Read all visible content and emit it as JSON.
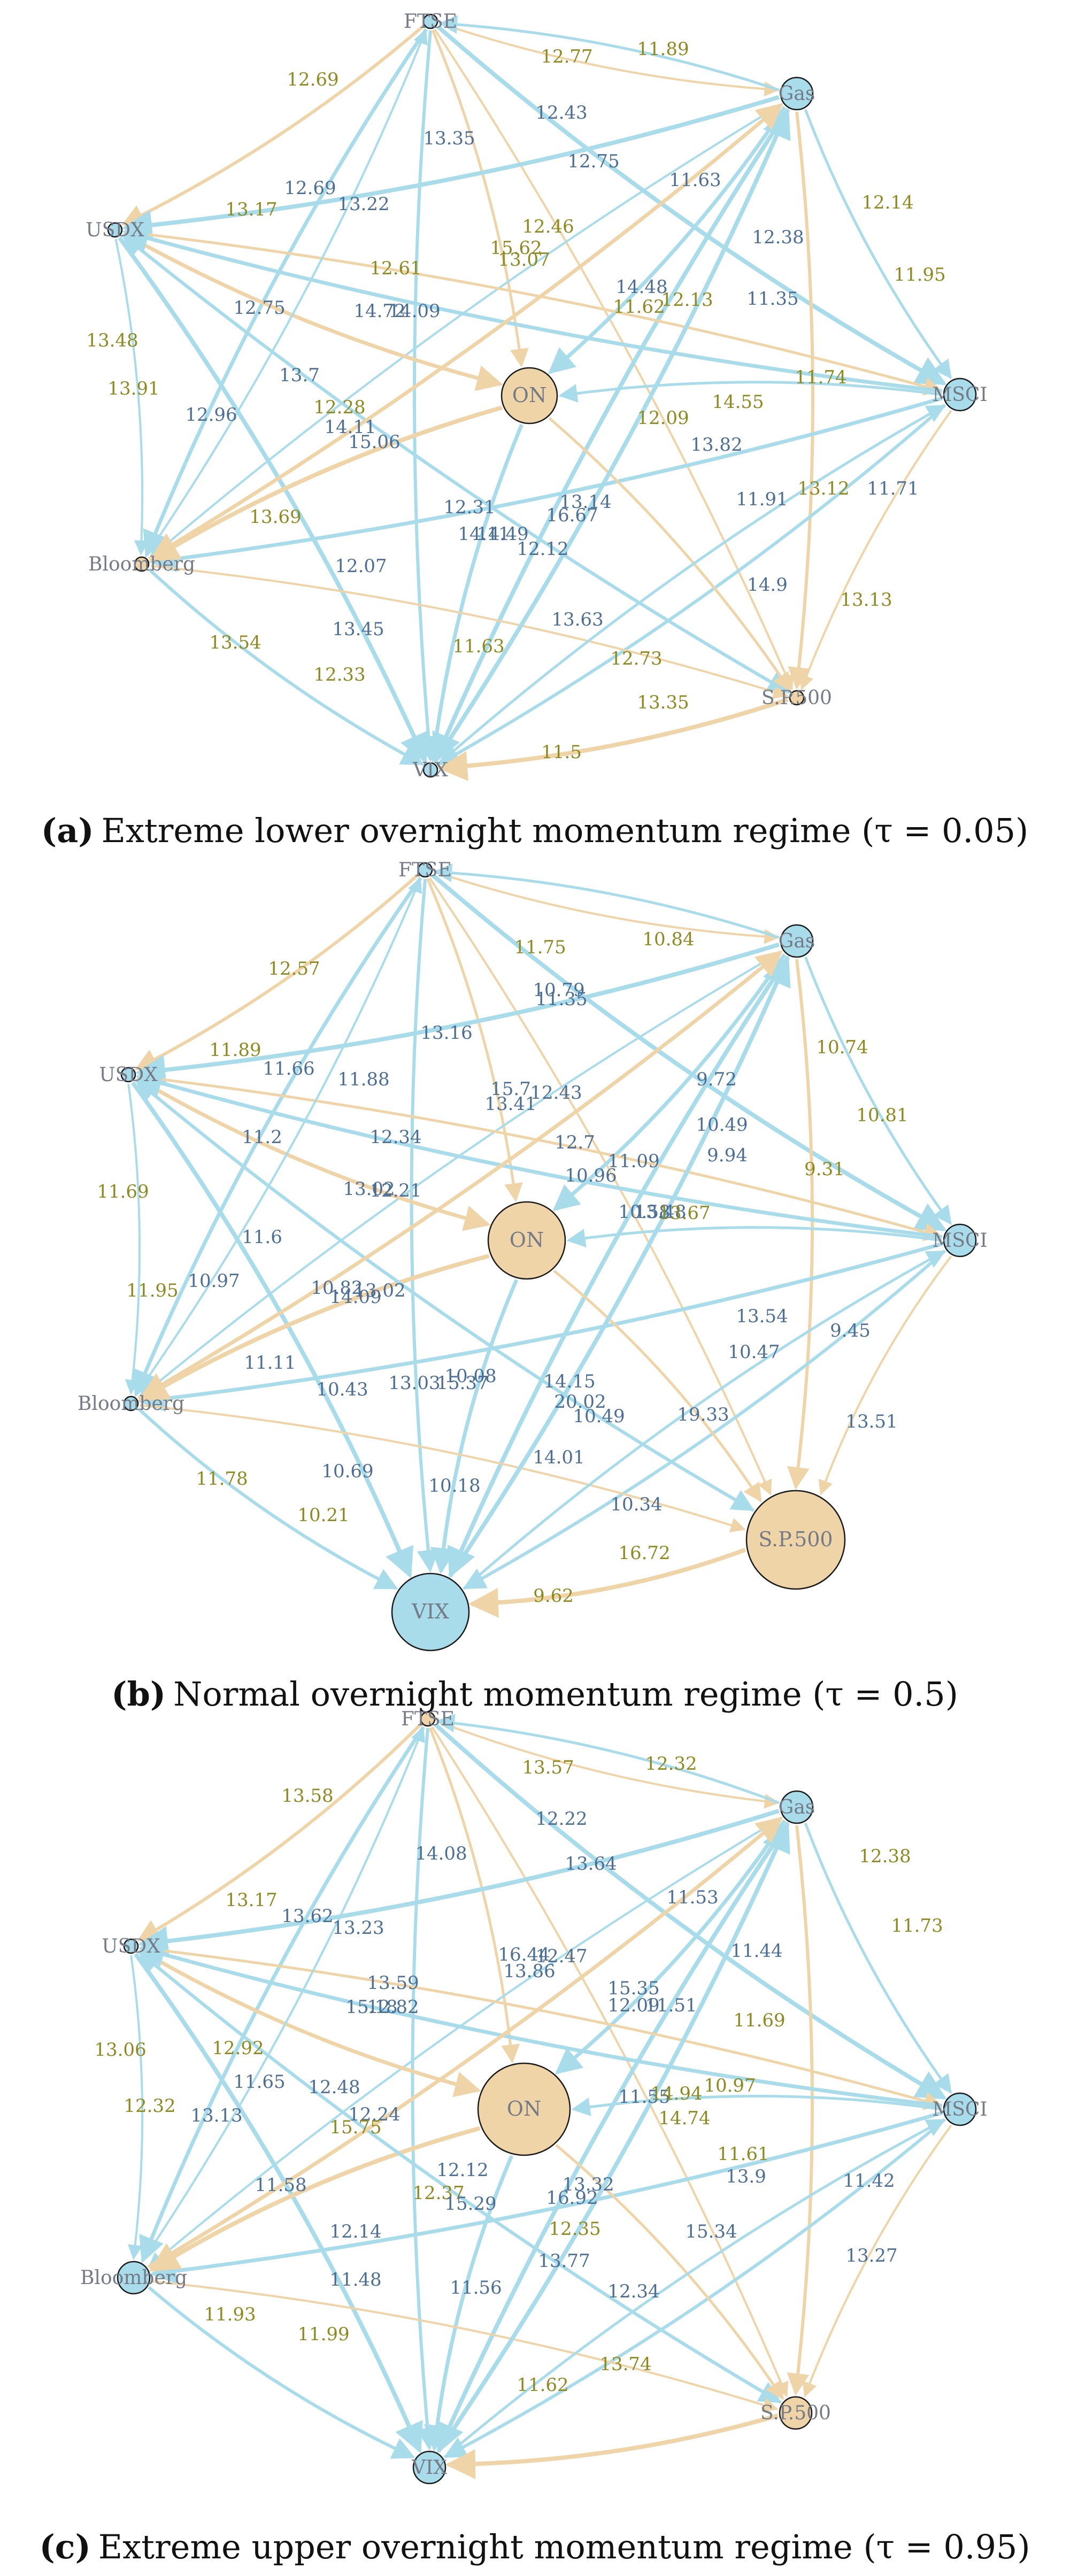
{
  "colors": {
    "blue_edge": "#a8dcea",
    "tan_edge": "#efd4a8",
    "blue_node": "#a8dcea",
    "tan_node": "#efd4a8",
    "blue_label": "#4d6f95",
    "olive_label": "#8d8a1f",
    "node_label": "#757a86"
  },
  "panels": [
    {
      "id": "a",
      "caption_letter": "(a)",
      "caption_text": "Extreme lower overnight momentum regime (τ = 0.05)",
      "nodes": [
        {
          "key": "FTSE",
          "label": "FTSE",
          "color": "blue",
          "size": "dot"
        },
        {
          "key": "Gas",
          "label": "Gas",
          "color": "blue",
          "size": "small"
        },
        {
          "key": "USDX",
          "label": "USDX",
          "color": "blue",
          "size": "dot"
        },
        {
          "key": "MSCI",
          "label": "MSCI",
          "color": "blue",
          "size": "small"
        },
        {
          "key": "ON",
          "label": "ON",
          "color": "tan",
          "size": "medium"
        },
        {
          "key": "Bloomberg",
          "label": "Bloomberg",
          "color": "tan",
          "size": "dot"
        },
        {
          "key": "SP500",
          "label": "S.P.500",
          "color": "tan",
          "size": "dot"
        },
        {
          "key": "VIX",
          "label": "VIX",
          "color": "blue",
          "size": "dot"
        }
      ],
      "labels": [
        {
          "t": "12.69",
          "c": "olive"
        },
        {
          "t": "12.77",
          "c": "olive"
        },
        {
          "t": "11.89",
          "c": "olive"
        },
        {
          "t": "12.43",
          "c": "blue"
        },
        {
          "t": "13.17",
          "c": "olive"
        },
        {
          "t": "13.35",
          "c": "blue"
        },
        {
          "t": "12.69",
          "c": "blue"
        },
        {
          "t": "13.22",
          "c": "blue"
        },
        {
          "t": "12.75",
          "c": "blue"
        },
        {
          "t": "11.63",
          "c": "blue"
        },
        {
          "t": "12.46",
          "c": "olive"
        },
        {
          "t": "15.62",
          "c": "olive"
        },
        {
          "t": "13.07",
          "c": "olive"
        },
        {
          "t": "12.61",
          "c": "olive"
        },
        {
          "t": "12.38",
          "c": "blue"
        },
        {
          "t": "12.14",
          "c": "olive"
        },
        {
          "t": "11.95",
          "c": "olive"
        },
        {
          "t": "12.75",
          "c": "blue"
        },
        {
          "t": "14.48",
          "c": "blue"
        },
        {
          "t": "12.13",
          "c": "olive"
        },
        {
          "t": "11.35",
          "c": "blue"
        },
        {
          "t": "14.72",
          "c": "blue"
        },
        {
          "t": "13.48",
          "c": "olive"
        },
        {
          "t": "11.62",
          "c": "olive"
        },
        {
          "t": "13.7",
          "c": "blue"
        },
        {
          "t": "12.28",
          "c": "olive"
        },
        {
          "t": "11.74",
          "c": "olive"
        },
        {
          "t": "13.91",
          "c": "olive"
        },
        {
          "t": "12.96",
          "c": "blue"
        },
        {
          "t": "14.11",
          "c": "blue"
        },
        {
          "t": "14.55",
          "c": "olive"
        },
        {
          "t": "15.06",
          "c": "blue"
        },
        {
          "t": "12.09",
          "c": "olive"
        },
        {
          "t": "13.82",
          "c": "blue"
        },
        {
          "t": "13.69",
          "c": "olive"
        },
        {
          "t": "12.31",
          "c": "blue"
        },
        {
          "t": "14.11",
          "c": "blue"
        },
        {
          "t": "14.49",
          "c": "blue"
        },
        {
          "t": "13.14",
          "c": "blue"
        },
        {
          "t": "16.67",
          "c": "blue"
        },
        {
          "t": "11.91",
          "c": "blue"
        },
        {
          "t": "13.12",
          "c": "olive"
        },
        {
          "t": "11.71",
          "c": "blue"
        },
        {
          "t": "12.07",
          "c": "blue"
        },
        {
          "t": "12.12",
          "c": "blue"
        },
        {
          "t": "13.45",
          "c": "blue"
        },
        {
          "t": "13.63",
          "c": "blue"
        },
        {
          "t": "14.9",
          "c": "blue"
        },
        {
          "t": "13.54",
          "c": "olive"
        },
        {
          "t": "12.33",
          "c": "olive"
        },
        {
          "t": "11.63",
          "c": "olive"
        },
        {
          "t": "12.73",
          "c": "olive"
        },
        {
          "t": "13.13",
          "c": "olive"
        },
        {
          "t": "13.35",
          "c": "olive"
        },
        {
          "t": "11.5",
          "c": "olive"
        },
        {
          "t": "14.09",
          "c": "blue"
        }
      ]
    },
    {
      "id": "b",
      "caption_letter": "(b)",
      "caption_text": "Normal overnight momentum regime (τ = 0.5)",
      "nodes": [
        {
          "key": "FTSE",
          "label": "FTSE",
          "color": "blue",
          "size": "dot"
        },
        {
          "key": "Gas",
          "label": "Gas",
          "color": "blue",
          "size": "small"
        },
        {
          "key": "USDX",
          "label": "USDX",
          "color": "blue",
          "size": "dot"
        },
        {
          "key": "MSCI",
          "label": "MSCI",
          "color": "blue",
          "size": "small"
        },
        {
          "key": "ON",
          "label": "ON",
          "color": "tan",
          "size": "medium"
        },
        {
          "key": "Bloomberg",
          "label": "Bloomberg",
          "color": "blue",
          "size": "dot"
        },
        {
          "key": "SP500",
          "label": "S.P.500",
          "color": "tan",
          "size": "large"
        },
        {
          "key": "VIX",
          "label": "VIX",
          "color": "blue",
          "size": "medium"
        }
      ],
      "labels": [
        {
          "t": "11.75",
          "c": "olive"
        },
        {
          "t": "10.84",
          "c": "olive"
        },
        {
          "t": "12.57",
          "c": "olive"
        },
        {
          "t": "10.79",
          "c": "blue"
        },
        {
          "t": "13.16",
          "c": "blue"
        },
        {
          "t": "11.35",
          "c": "blue"
        },
        {
          "t": "11.89",
          "c": "olive"
        },
        {
          "t": "11.66",
          "c": "blue"
        },
        {
          "t": "11.88",
          "c": "blue"
        },
        {
          "t": "9.72",
          "c": "blue"
        },
        {
          "t": "10.74",
          "c": "olive"
        },
        {
          "t": "15.7",
          "c": "blue"
        },
        {
          "t": "12.43",
          "c": "blue"
        },
        {
          "t": "13.41",
          "c": "blue"
        },
        {
          "t": "10.81",
          "c": "olive"
        },
        {
          "t": "10.49",
          "c": "blue"
        },
        {
          "t": "12.34",
          "c": "blue"
        },
        {
          "t": "9.94",
          "c": "blue"
        },
        {
          "t": "11.69",
          "c": "olive"
        },
        {
          "t": "11.2",
          "c": "blue"
        },
        {
          "t": "12.7",
          "c": "blue"
        },
        {
          "t": "13.02",
          "c": "blue"
        },
        {
          "t": "12.21",
          "c": "blue"
        },
        {
          "t": "11.09",
          "c": "blue"
        },
        {
          "t": "10.96",
          "c": "blue"
        },
        {
          "t": "9.31",
          "c": "olive"
        },
        {
          "t": "11.6",
          "c": "blue"
        },
        {
          "t": "10.97",
          "c": "blue"
        },
        {
          "t": "10.82",
          "c": "blue"
        },
        {
          "t": "13.02",
          "c": "blue"
        },
        {
          "t": "10.58",
          "c": "blue"
        },
        {
          "t": "13.48",
          "c": "blue"
        },
        {
          "t": "13.67",
          "c": "olive"
        },
        {
          "t": "11.95",
          "c": "olive"
        },
        {
          "t": "14.09",
          "c": "blue"
        },
        {
          "t": "13.54",
          "c": "blue"
        },
        {
          "t": "9.45",
          "c": "blue"
        },
        {
          "t": "11.11",
          "c": "blue"
        },
        {
          "t": "10.08",
          "c": "blue"
        },
        {
          "t": "14.15",
          "c": "blue"
        },
        {
          "t": "10.47",
          "c": "blue"
        },
        {
          "t": "20.02",
          "c": "blue"
        },
        {
          "t": "10.43",
          "c": "blue"
        },
        {
          "t": "13.03",
          "c": "blue"
        },
        {
          "t": "15.37",
          "c": "blue"
        },
        {
          "t": "10.49",
          "c": "blue"
        },
        {
          "t": "19.33",
          "c": "blue"
        },
        {
          "t": "13.51",
          "c": "blue"
        },
        {
          "t": "14.01",
          "c": "blue"
        },
        {
          "t": "11.78",
          "c": "olive"
        },
        {
          "t": "10.69",
          "c": "blue"
        },
        {
          "t": "10.18",
          "c": "blue"
        },
        {
          "t": "10.34",
          "c": "blue"
        },
        {
          "t": "10.21",
          "c": "olive"
        },
        {
          "t": "16.72",
          "c": "olive"
        },
        {
          "t": "9.62",
          "c": "olive"
        }
      ]
    },
    {
      "id": "c",
      "caption_letter": "(c)",
      "caption_text": "Extreme upper overnight momentum regime (τ = 0.95)",
      "nodes": [
        {
          "key": "FTSE",
          "label": "FTSE",
          "color": "tan",
          "size": "dot"
        },
        {
          "key": "Gas",
          "label": "Gas",
          "color": "blue",
          "size": "small"
        },
        {
          "key": "USDX",
          "label": "USDX",
          "color": "blue",
          "size": "dot"
        },
        {
          "key": "MSCI",
          "label": "MSCI",
          "color": "blue",
          "size": "small"
        },
        {
          "key": "ON",
          "label": "ON",
          "color": "tan",
          "size": "medium"
        },
        {
          "key": "Bloomberg",
          "label": "Bloomberg",
          "color": "blue",
          "size": "small"
        },
        {
          "key": "SP500",
          "label": "S.P.500",
          "color": "tan",
          "size": "small"
        },
        {
          "key": "VIX",
          "label": "VIX",
          "color": "blue",
          "size": "small"
        }
      ],
      "labels": [
        {
          "t": "13.57",
          "c": "olive"
        },
        {
          "t": "12.32",
          "c": "olive"
        },
        {
          "t": "13.58",
          "c": "olive"
        },
        {
          "t": "12.22",
          "c": "blue"
        },
        {
          "t": "14.08",
          "c": "blue"
        },
        {
          "t": "13.64",
          "c": "blue"
        },
        {
          "t": "13.17",
          "c": "olive"
        },
        {
          "t": "13.62",
          "c": "blue"
        },
        {
          "t": "13.23",
          "c": "blue"
        },
        {
          "t": "12.38",
          "c": "olive"
        },
        {
          "t": "11.53",
          "c": "blue"
        },
        {
          "t": "11.73",
          "c": "olive"
        },
        {
          "t": "16.44",
          "c": "blue"
        },
        {
          "t": "12.47",
          "c": "blue"
        },
        {
          "t": "13.86",
          "c": "blue"
        },
        {
          "t": "11.44",
          "c": "blue"
        },
        {
          "t": "13.59",
          "c": "blue"
        },
        {
          "t": "15.35",
          "c": "blue"
        },
        {
          "t": "11.51",
          "c": "blue"
        },
        {
          "t": "15.18",
          "c": "blue"
        },
        {
          "t": "12.82",
          "c": "blue"
        },
        {
          "t": "12.09",
          "c": "blue"
        },
        {
          "t": "11.69",
          "c": "olive"
        },
        {
          "t": "13.06",
          "c": "olive"
        },
        {
          "t": "12.92",
          "c": "olive"
        },
        {
          "t": "10.97",
          "c": "olive"
        },
        {
          "t": "11.65",
          "c": "blue"
        },
        {
          "t": "12.48",
          "c": "blue"
        },
        {
          "t": "11.55",
          "c": "blue"
        },
        {
          "t": "14.94",
          "c": "olive"
        },
        {
          "t": "12.32",
          "c": "olive"
        },
        {
          "t": "13.13",
          "c": "blue"
        },
        {
          "t": "12.24",
          "c": "blue"
        },
        {
          "t": "14.74",
          "c": "olive"
        },
        {
          "t": "15.75",
          "c": "olive"
        },
        {
          "t": "11.61",
          "c": "olive"
        },
        {
          "t": "13.9",
          "c": "blue"
        },
        {
          "t": "11.58",
          "c": "blue"
        },
        {
          "t": "12.12",
          "c": "blue"
        },
        {
          "t": "12.37",
          "c": "olive"
        },
        {
          "t": "13.32",
          "c": "blue"
        },
        {
          "t": "16.92",
          "c": "blue"
        },
        {
          "t": "11.42",
          "c": "blue"
        },
        {
          "t": "15.29",
          "c": "blue"
        },
        {
          "t": "12.35",
          "c": "olive"
        },
        {
          "t": "12.14",
          "c": "blue"
        },
        {
          "t": "15.34",
          "c": "blue"
        },
        {
          "t": "13.27",
          "c": "blue"
        },
        {
          "t": "13.77",
          "c": "blue"
        },
        {
          "t": "11.48",
          "c": "blue"
        },
        {
          "t": "11.56",
          "c": "blue"
        },
        {
          "t": "12.34",
          "c": "blue"
        },
        {
          "t": "11.93",
          "c": "olive"
        },
        {
          "t": "11.99",
          "c": "olive"
        },
        {
          "t": "13.74",
          "c": "olive"
        },
        {
          "t": "11.62",
          "c": "olive"
        }
      ]
    }
  ]
}
